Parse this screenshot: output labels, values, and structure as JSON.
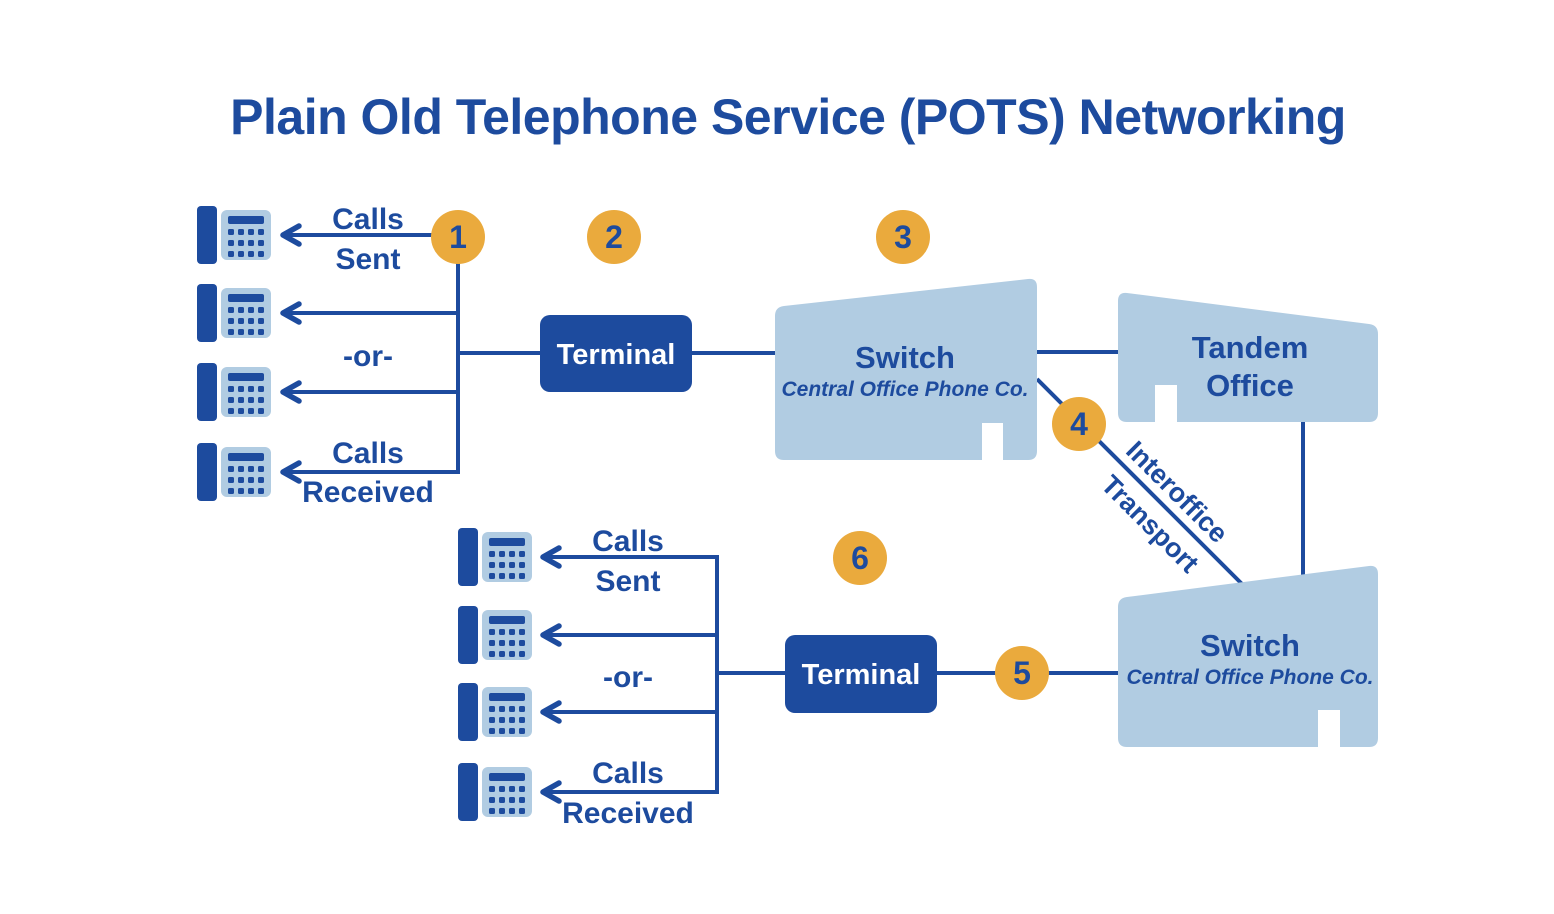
{
  "title": "Plain Old Telephone Service (POTS) Networking",
  "colors": {
    "dark_blue": "#1d4b9e",
    "light_blue": "#b1cce2",
    "orange": "#eaaa3d",
    "white": "#ffffff"
  },
  "steps": {
    "1": "1",
    "2": "2",
    "3": "3",
    "4": "4",
    "5": "5",
    "6": "6"
  },
  "group_top": {
    "calls_sent_line1": "Calls",
    "calls_sent_line2": "Sent",
    "or_label": "-or-",
    "calls_received_line1": "Calls",
    "calls_received_line2": "Received",
    "terminal": "Terminal",
    "switch_title": "Switch",
    "switch_subtitle": "Central Office Phone Co."
  },
  "group_bottom": {
    "calls_sent_line1": "Calls",
    "calls_sent_line2": "Sent",
    "or_label": "-or-",
    "calls_received_line1": "Calls",
    "calls_received_line2": "Received",
    "terminal": "Terminal",
    "switch_title": "Switch",
    "switch_subtitle": "Central Office Phone Co."
  },
  "tandem_office": {
    "line1": "Tandem",
    "line2": "Office"
  },
  "interoffice_transport": {
    "line1": "Interoffice",
    "line2": "Transport"
  }
}
